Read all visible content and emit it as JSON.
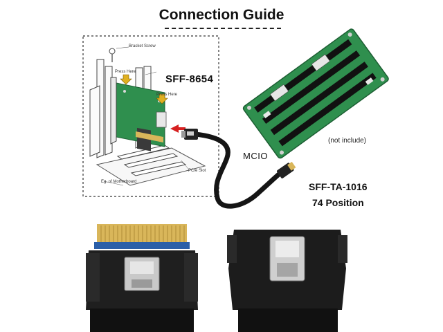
{
  "title": "Connection Guide",
  "labels": {
    "host_connector": "SFF-8654",
    "cable_label": "MCIO",
    "board_note": "(not include)",
    "device_connector_line1": "SFF-TA-1016",
    "device_connector_line2": "74 Position"
  },
  "install_diagram": {
    "bracket_screw": "Bracket Screw",
    "press_here_1": "Press Here",
    "press_here_2": "Press Here",
    "pcie_slot": "PCIe Slot",
    "motherboard": "Eg. of Motherboard"
  },
  "colors": {
    "pcb_green": "#2f8f4e",
    "cable_black": "#151515",
    "alert_red": "#d62020",
    "gold": "#d9b65a"
  }
}
